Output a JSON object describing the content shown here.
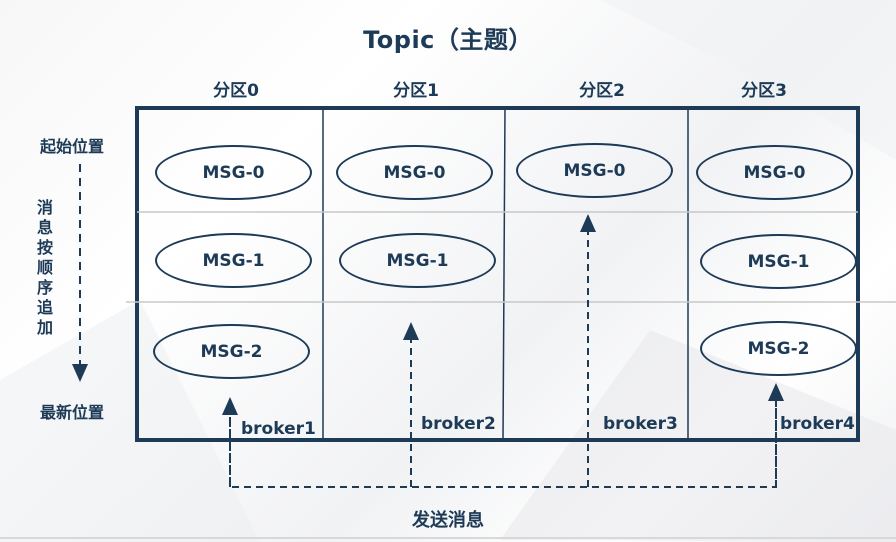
{
  "title": "Topic（主题）",
  "partitions": [
    "分区0",
    "分区1",
    "分区2",
    "分区3"
  ],
  "start_label": "起始位置",
  "append_label": "消息按顺序追加",
  "latest_label": "最新位置",
  "messages": {
    "p0": [
      "MSG-0",
      "MSG-1",
      "MSG-2"
    ],
    "p1": [
      "MSG-0",
      "MSG-1"
    ],
    "p2": [
      "MSG-0"
    ],
    "p3": [
      "MSG-0",
      "MSG-1",
      "MSG-2"
    ]
  },
  "brokers": [
    "broker1",
    "broker2",
    "broker3",
    "broker4"
  ],
  "send_label": "发送消息",
  "colors": {
    "ink": "#1d3a57",
    "grid_line": "#c8c8c8"
  }
}
